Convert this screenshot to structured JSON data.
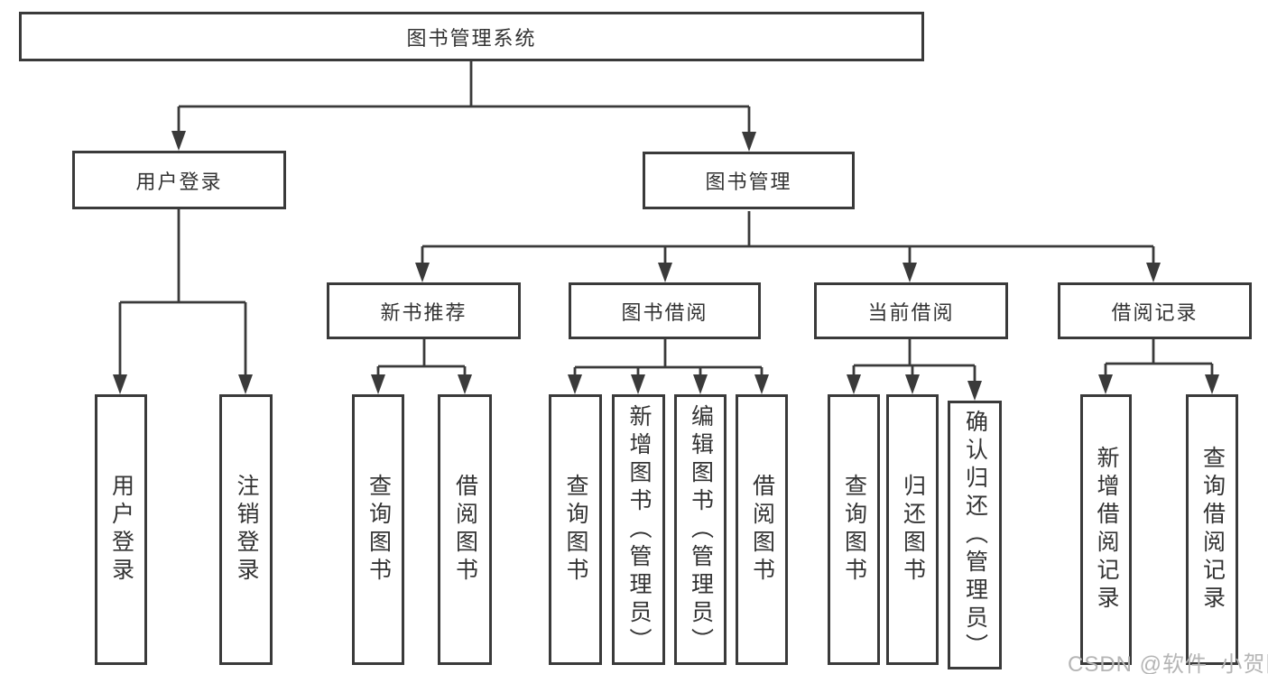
{
  "diagram": {
    "root": "图书管理系统",
    "level2": {
      "user_login": "用户登录",
      "book_management": "图书管理"
    },
    "level3": {
      "new_book_recommend": "新书推荐",
      "book_borrow": "图书借阅",
      "current_borrow": "当前借阅",
      "borrow_record": "借阅记录"
    },
    "leaves": {
      "user_login": [
        "用户登录",
        "注销登录"
      ],
      "new_book_recommend": [
        "查询图书",
        "借阅图书"
      ],
      "book_borrow": [
        "查询图书",
        "新增图书（管理员）",
        "编辑图书（管理员）",
        "借阅图书"
      ],
      "current_borrow": [
        "查询图书",
        "归还图书",
        "确认归还（管理员）"
      ],
      "borrow_record": [
        "新增借阅记录",
        "查询借阅记录"
      ]
    },
    "colors": {
      "line": "#3a3a3a",
      "box_border": "#3a3a3a",
      "box_fill": "#ffffff",
      "text": "#333333",
      "watermark": "#b5b5b5",
      "background": "#ffffff"
    }
  },
  "watermark": "CSDN @软件_小贺同学"
}
